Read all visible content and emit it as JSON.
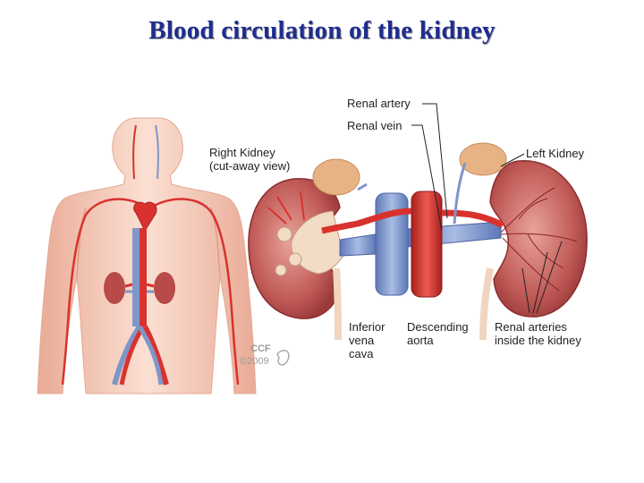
{
  "slide": {
    "title": "Blood circulation of the kidney"
  },
  "labels": {
    "renal_artery": "Renal artery",
    "renal_vein": "Renal vein",
    "right_kidney_line1": "Right Kidney",
    "right_kidney_line2": "(cut-away view)",
    "left_kidney": "Left Kidney",
    "inferior_vena_cava_line1": "Inferior",
    "inferior_vena_cava_line2": "vena",
    "inferior_vena_cava_line3": "cava",
    "descending_aorta_line1": "Descending",
    "descending_aorta_line2": "aorta",
    "renal_arteries_inside_line1": "Renal arteries",
    "renal_arteries_inside_line2": "inside the  kidney"
  },
  "credit": {
    "org": "CCF",
    "year": "©2009"
  },
  "colors": {
    "title": "#1f2d8f",
    "skin": "#f4c9b5",
    "artery": "#d9322e",
    "vein": "#7f96c9",
    "kidney": "#b84a4a",
    "adrenal": "#e8b384"
  }
}
